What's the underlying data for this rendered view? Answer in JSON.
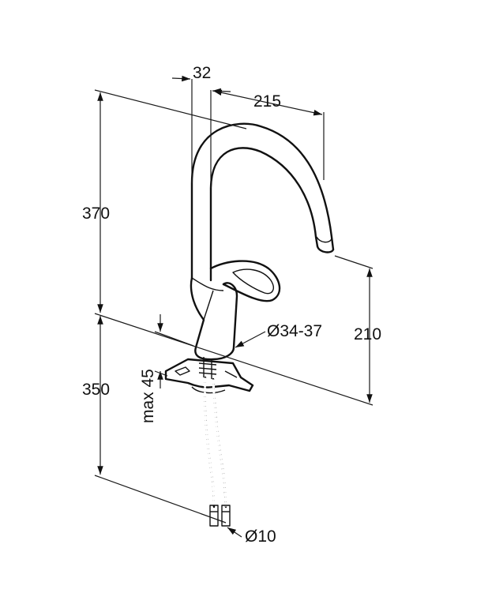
{
  "dimensions": {
    "spout_width": "32",
    "reach": "215",
    "height_above": "370",
    "spout_height": "210",
    "base_diameter": "Ø34-37",
    "height_below": "350",
    "max_thickness": "max 45",
    "hose_diameter": "Ø10"
  },
  "colors": {
    "line": "#111111",
    "background": "#ffffff"
  }
}
